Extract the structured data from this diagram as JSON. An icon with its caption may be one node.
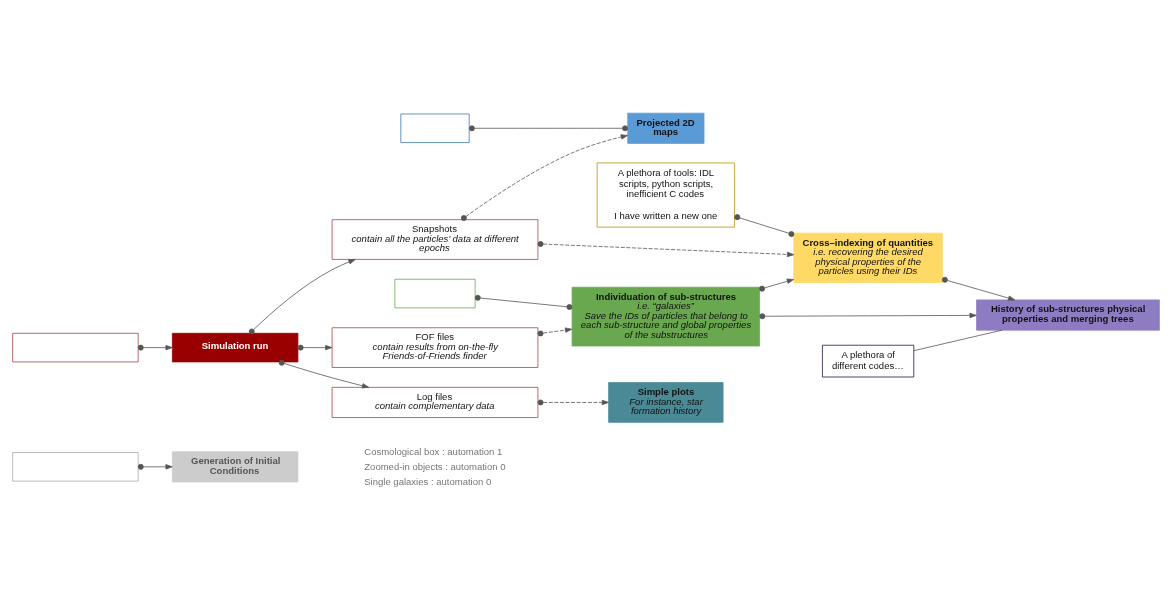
{
  "diagram": {
    "nodes": [
      {
        "text": [],
        "shape": "box"
      },
      {
        "text": [
          "Generation of Initial Conditions"
        ]
      },
      {
        "text": [
          "Simple plots",
          "For instance, star formation history"
        ]
      },
      {
        "text": [],
        "shape": "box"
      },
      {
        "text": [
          "Simulation run"
        ]
      },
      {
        "text": [
          "Log files",
          "contain complementary data"
        ]
      },
      {
        "text": [],
        "shape": "box"
      },
      {
        "text": [
          "Snapshots",
          "contain all the particles’ data at different epochs"
        ]
      },
      {
        "text": [
          "Projected 2D maps"
        ]
      },
      {
        "text": [
          "FOF files",
          "contain results from on-the-fly Friends-of-Friends finder"
        ]
      },
      {
        "text": [],
        "shape": "box"
      },
      {
        "text": [
          "Individuation of sub-structures",
          "i.e. “galaxies”",
          "Save the IDs of particles that belong to each sub-structure and global properties of the substructures"
        ]
      },
      {
        "text": [
          "Cross–indexing of quantities",
          "i.e. recovering the desired physical properties of the particles using their IDs"
        ]
      },
      {
        "text": [
          "A plethora of tools: IDL scripts, python scripts, inefficient C codes",
          "I have written a new one"
        ]
      },
      {
        "text": [
          "A plethora of different codes…"
        ]
      },
      {
        "text": [
          "History of sub-structures physical properties and merging trees"
        ]
      }
    ],
    "edges": [
      {
        "from": 0,
        "to": 1,
        "arrow": "to"
      },
      {
        "from": 3,
        "to": 4,
        "arrow": "to"
      },
      {
        "from": 4,
        "to": 5,
        "arrow": "to"
      },
      {
        "from": 4,
        "to": 7,
        "arrow": "to"
      },
      {
        "from": 4,
        "to": 9,
        "arrow": "to"
      },
      {
        "from": 5,
        "to": 2,
        "arrow": "to",
        "style": "dashed"
      },
      {
        "from": 6,
        "to": 8,
        "arrow": "other"
      },
      {
        "from": 7,
        "to": 8,
        "arrow": "to",
        "style": "dashed"
      },
      {
        "from": 9,
        "to": 11,
        "arrow": "to",
        "style": "dashed"
      },
      {
        "from": 7,
        "to": 12,
        "arrow": "to",
        "style": "dashed"
      },
      {
        "from": 10,
        "to": 11,
        "arrow": "other"
      },
      {
        "from": 11,
        "to": 12,
        "arrow": "to"
      },
      {
        "from": 13,
        "to": 12,
        "arrow": "other"
      },
      {
        "from": 11,
        "to": 15,
        "arrow": "to"
      },
      {
        "from": 12,
        "to": 15,
        "arrow": "to"
      },
      {
        "from": 14,
        "to": 15,
        "arrow": "none"
      }
    ],
    "labels": [
      "Cosmological box : automation 1",
      "Zoomed-in objects : automation 0",
      "Single galaxies : automation 0"
    ]
  }
}
